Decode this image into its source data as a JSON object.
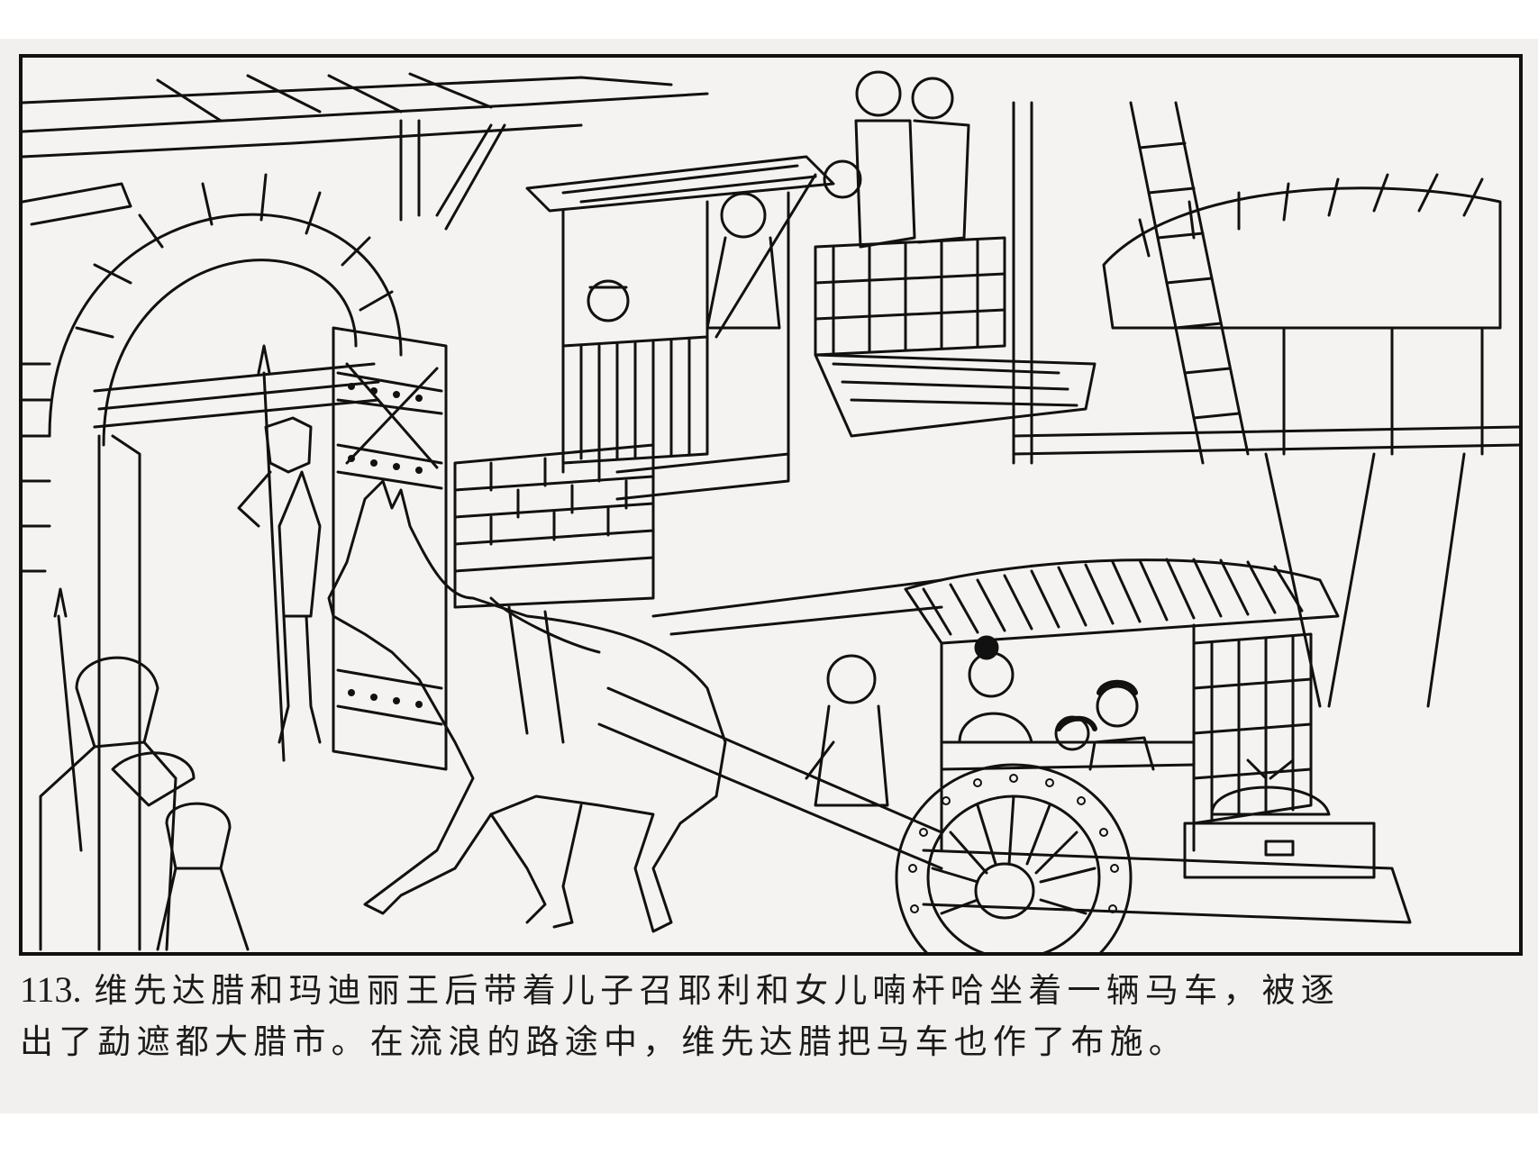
{
  "panel": {
    "number": "113.",
    "caption_line1": "维先达腊和玛迪丽王后带着儿子召耶利和女儿喃杆哈坐着一辆马车，被逐",
    "caption_line2": "出了勐遮都大腊市。在流浪的路途中，维先达腊把马车也作了布施。",
    "illustration": {
      "description": "Line-art scene: a horse-drawn covered cart carrying a queen and two children leaving through a stone arched city gate, watched by spear-holding guards and townspeople on wooden balconies",
      "elements": [
        "stone-arch-gate",
        "wooden-door",
        "spear-guards",
        "horse",
        "covered-cart",
        "cart-wheel",
        "queen",
        "son",
        "daughter",
        "driver",
        "balcony-onlookers",
        "thatched-hut",
        "ladder",
        "luggage-bundle",
        "chest"
      ]
    }
  },
  "colors": {
    "ink": "#111111",
    "paper": "#f4f3f1",
    "page": "#f1f0ee"
  }
}
